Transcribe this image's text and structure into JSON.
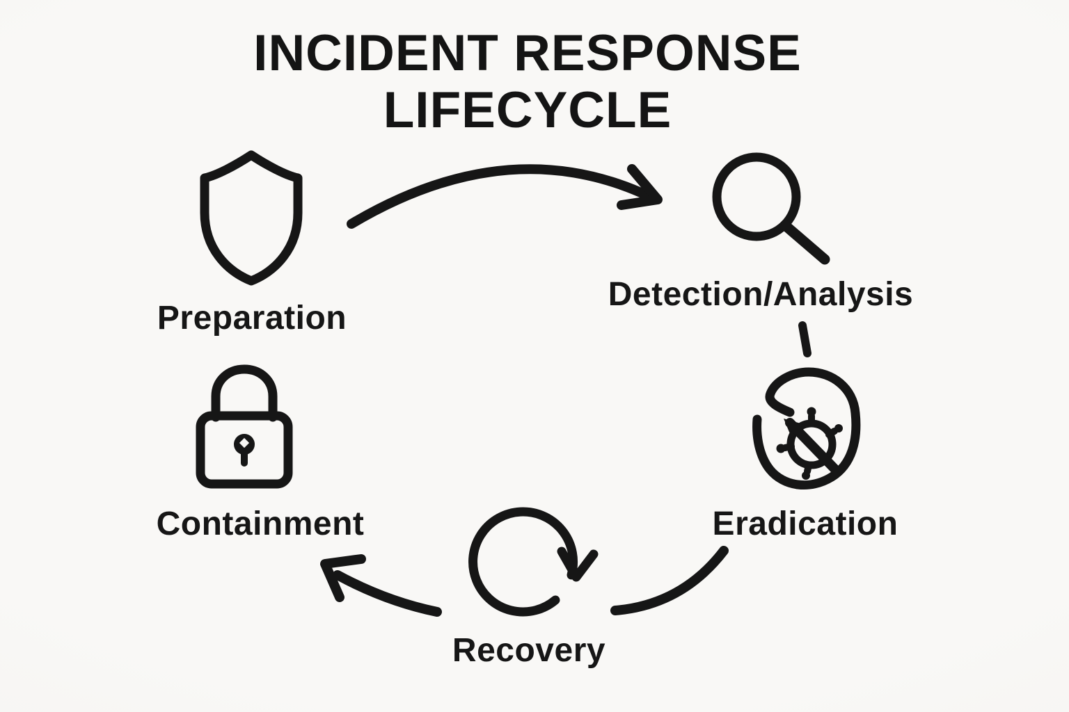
{
  "title": {
    "line1": "INCIDENT RESPONSE",
    "line2": "LIFECYCLE"
  },
  "stages": [
    {
      "label": "Preparation",
      "icon": "shield-icon"
    },
    {
      "label": "Detection/Analysis",
      "icon": "magnifying-glass-icon"
    },
    {
      "label": "Eradication",
      "icon": "virus-slash-icon"
    },
    {
      "label": "Recovery",
      "icon": "cycle-arrow-icon"
    },
    {
      "label": "Containment",
      "icon": "padlock-icon"
    }
  ],
  "connectors": [
    {
      "from": "Preparation",
      "to": "Detection/Analysis",
      "type": "curved-arrow"
    },
    {
      "from": "Detection/Analysis",
      "to": "Eradication",
      "type": "dashed-line"
    },
    {
      "from": "Eradication",
      "to": "Recovery",
      "type": "curved-line"
    },
    {
      "from": "Recovery",
      "to": "Containment",
      "type": "curved-arrow"
    }
  ],
  "colors": {
    "background": "#f7f6f4",
    "ink": "#161616"
  }
}
